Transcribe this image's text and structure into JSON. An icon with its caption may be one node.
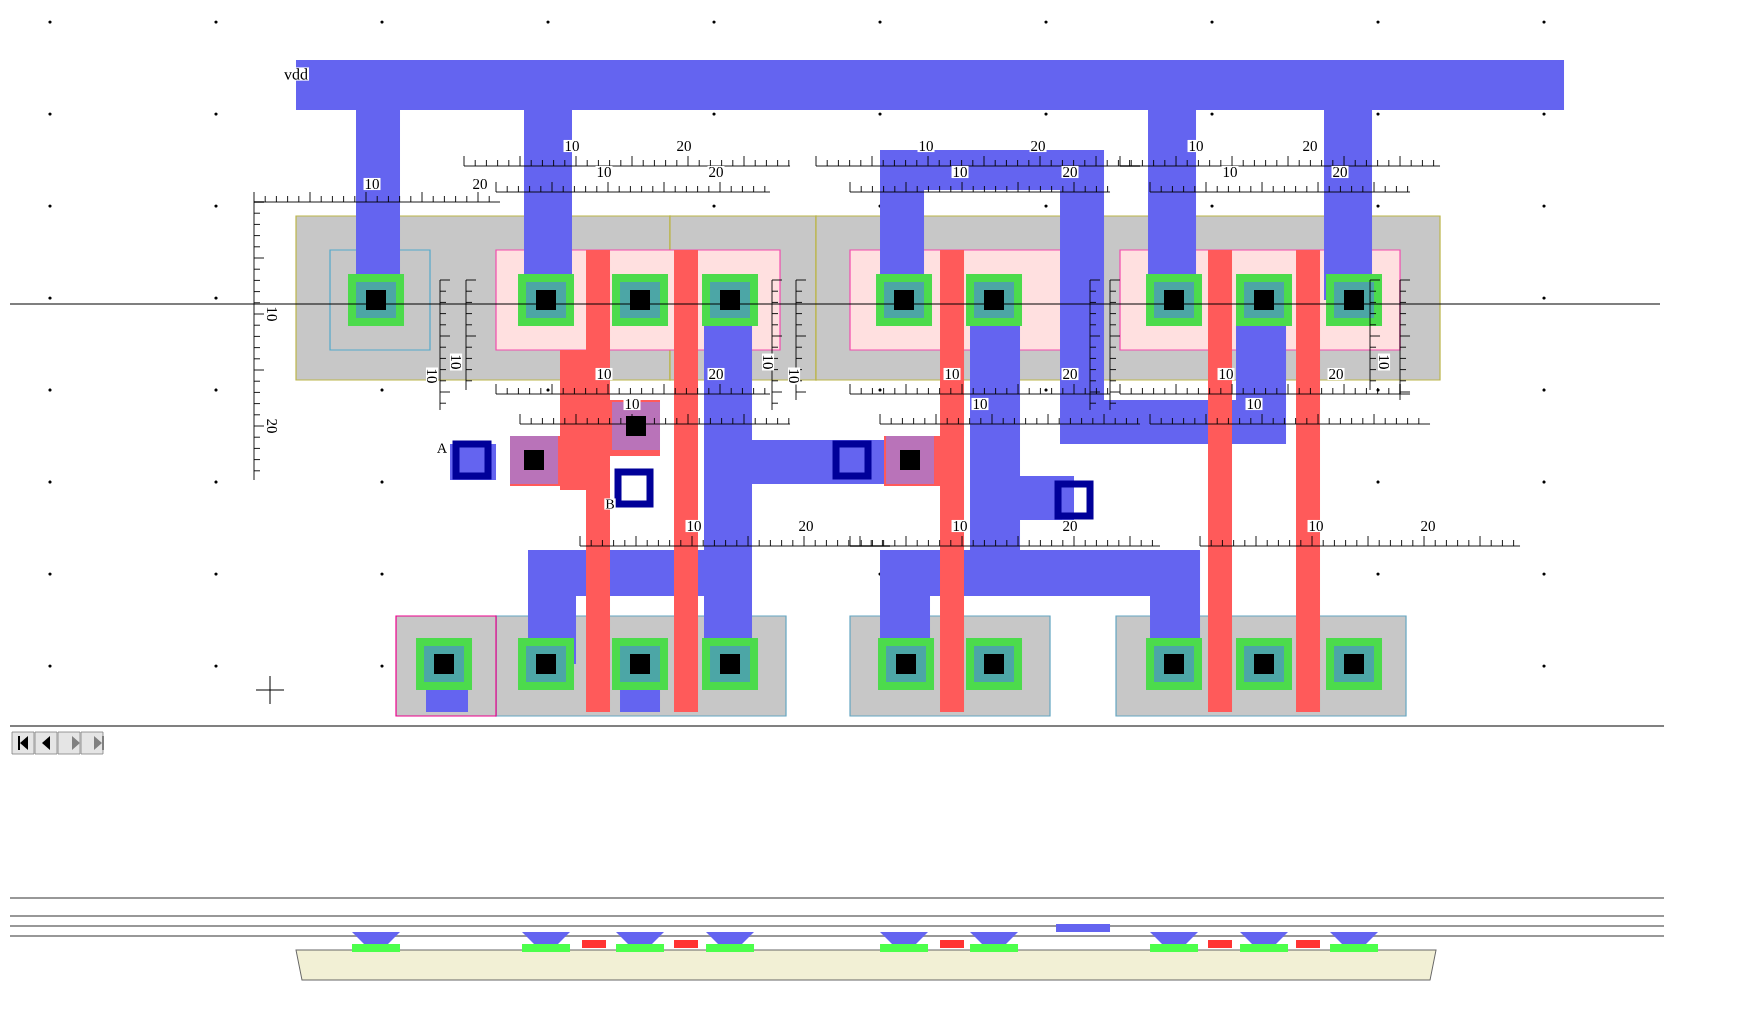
{
  "diagram": {
    "labels": [
      "vdd",
      "10",
      "20",
      "10",
      "20",
      "10",
      "20",
      "10",
      "20",
      "10",
      "20",
      "10",
      "20",
      "10",
      "20",
      "10",
      "10",
      "10",
      "10",
      "10",
      "10",
      "10",
      "20",
      "10",
      "20",
      "10",
      "20",
      "10",
      "10",
      "10",
      "20",
      "A",
      "B",
      "10",
      "20",
      "10",
      "20",
      "10",
      "20"
    ]
  }
}
